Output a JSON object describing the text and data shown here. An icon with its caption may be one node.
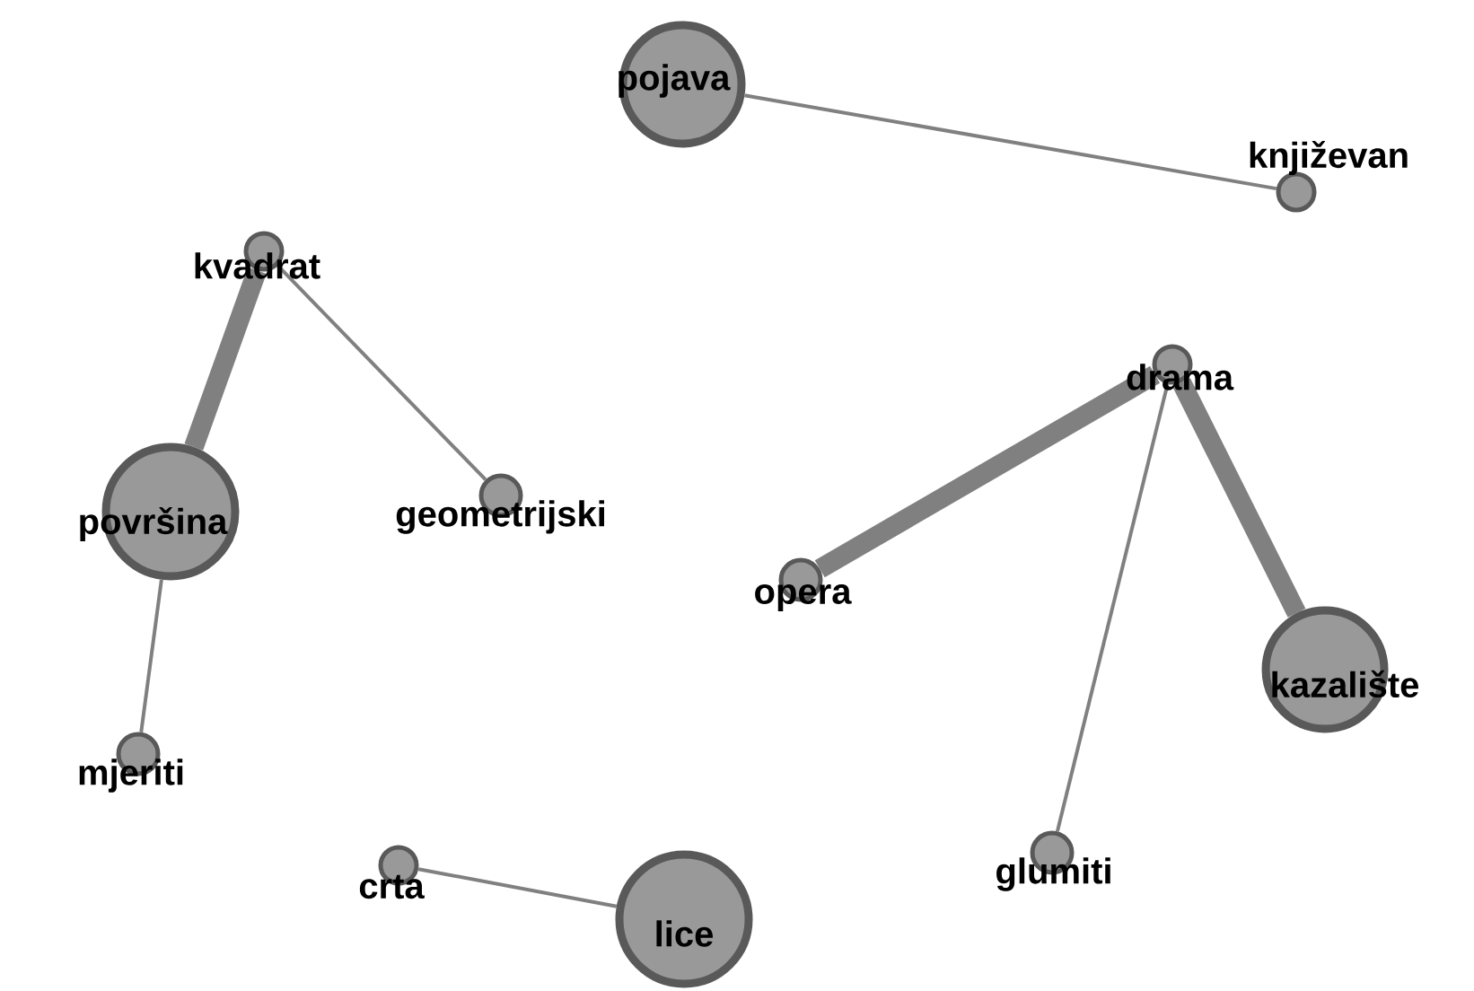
{
  "diagram": {
    "nodes": [
      {
        "text": [
          "pojava"
        ]
      },
      {
        "text": [
          "književan"
        ]
      },
      {
        "text": [
          "kvadrat"
        ]
      },
      {
        "text": [
          "površina"
        ]
      },
      {
        "text": [
          "geometrijski"
        ]
      },
      {
        "text": [
          "drama"
        ]
      },
      {
        "text": [
          "opera"
        ]
      },
      {
        "text": [
          "kazalište"
        ]
      },
      {
        "text": [
          "mjeriti"
        ]
      },
      {
        "text": [
          "glumiti"
        ]
      },
      {
        "text": [
          "crta"
        ]
      },
      {
        "text": [
          "lice"
        ]
      }
    ],
    "edges": [
      {
        "from": 0,
        "to": 1,
        "arrow": "none"
      },
      {
        "from": 2,
        "to": 3,
        "arrow": "none",
        "style": "thick"
      },
      {
        "from": 2,
        "to": 4,
        "arrow": "none"
      },
      {
        "from": 3,
        "to": 8,
        "arrow": "none"
      },
      {
        "from": 5,
        "to": 6,
        "arrow": "none",
        "style": "thick"
      },
      {
        "from": 5,
        "to": 7,
        "arrow": "none",
        "style": "thick"
      },
      {
        "from": 5,
        "to": 9,
        "arrow": "none"
      },
      {
        "from": 10,
        "to": 11,
        "arrow": "none"
      }
    ]
  }
}
